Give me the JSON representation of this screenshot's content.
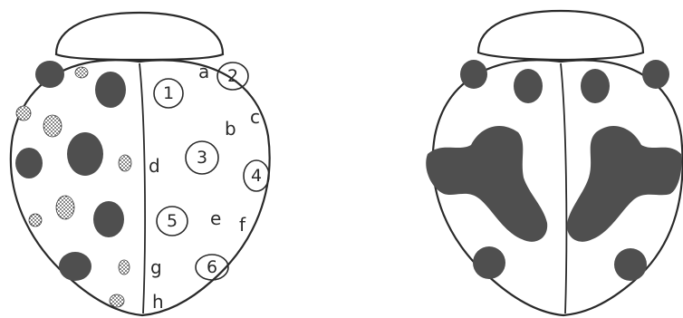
{
  "left_beetle": {
    "numbered_positions": [
      {
        "num": "1"
      },
      {
        "num": "2"
      },
      {
        "num": "3"
      },
      {
        "num": "4"
      },
      {
        "num": "5"
      },
      {
        "num": "6"
      }
    ],
    "letter_labels": [
      "a",
      "b",
      "c",
      "d",
      "e",
      "f",
      "g",
      "h"
    ]
  },
  "colors": {
    "outline": "#2a2a2a",
    "spot_dark": "#4f4f4f",
    "spot_stippled": "#bdbdbd",
    "background": "#ffffff"
  }
}
